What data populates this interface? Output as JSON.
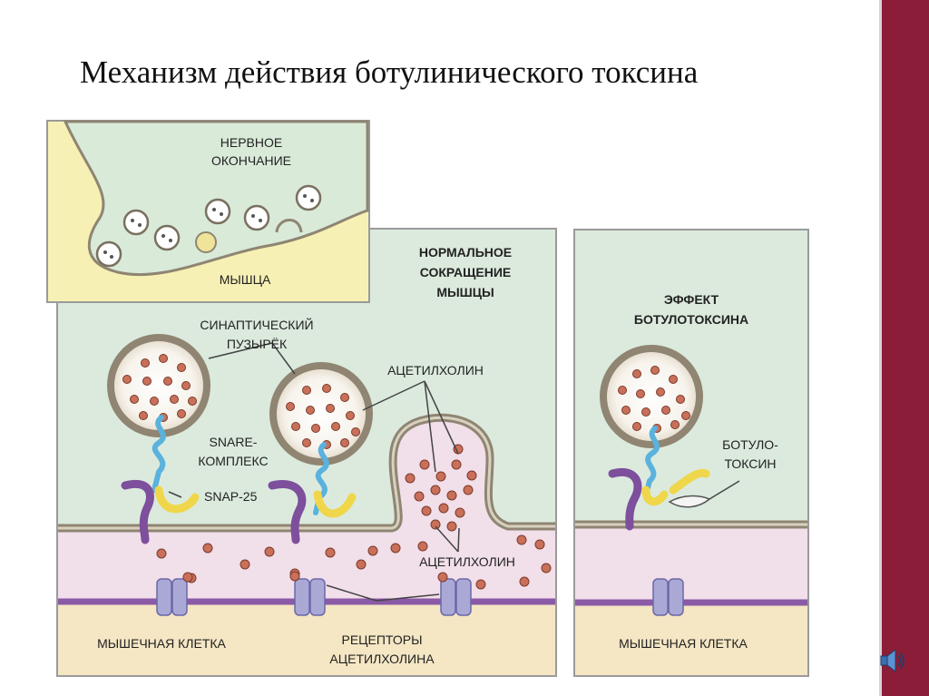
{
  "title": "Механизм действия ботулинического токсина",
  "inset": {
    "nerve_label": [
      "НЕРВНОЕ",
      "ОКОНЧАНИЕ"
    ],
    "muscle_label": "МЫШЦА"
  },
  "normal_panel": {
    "heading": [
      "НОРМАЛЬНОЕ",
      "СОКРАЩЕНИЕ",
      "МЫШЦЫ"
    ],
    "vesicle_label": [
      "СИНАПТИЧЕСКИЙ",
      "ПУЗЫРЁК"
    ],
    "acetylcholine_top": "АЦЕТИЛХОЛИН",
    "snare_label": [
      "SNARE-",
      "КОМПЛЕКС"
    ],
    "snap_label": "SNAP-25",
    "acetylcholine_bottom": "АЦЕТИЛХОЛИН",
    "muscle_cell_label": "МЫШЕЧНАЯ КЛЕТКА",
    "receptors_label": [
      "РЕЦЕПТОРЫ",
      "АЦЕТИЛХОЛИНА"
    ]
  },
  "botox_panel": {
    "heading": [
      "ЭФФЕКТ",
      "БОТУЛОТОКСИНА"
    ],
    "toxin_label": [
      "БОТУЛО-",
      "ТОКСИН"
    ],
    "muscle_cell_label": "МЫШЕЧНАЯ КЛЕТКА"
  },
  "colors": {
    "accent_bar": "#8b1d38",
    "nerve_fill": "#d9ead9",
    "muscle_fill": "#f7f0b4",
    "cell_fill": "#f1dfea",
    "muscle_cell_fill": "#f5e6c4",
    "vesicle_rim": "#8f8572",
    "molecule": "#c9705a",
    "receptor": "#aaa9d6",
    "snare_blue": "#5ab2dd",
    "snare_purple": "#7d4f9c",
    "snap_yellow": "#f0d64a"
  },
  "icons": {
    "audio": "speaker-icon"
  }
}
